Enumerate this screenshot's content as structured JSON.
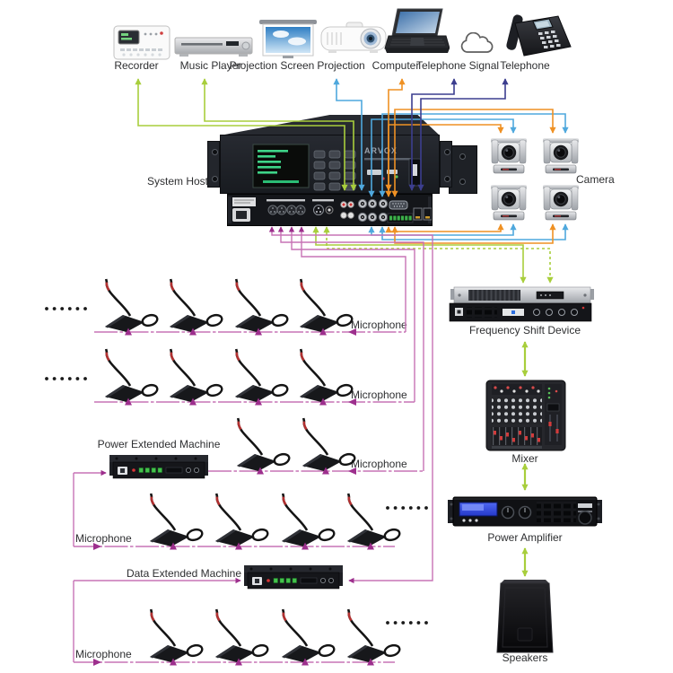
{
  "top_devices": [
    {
      "label": "Recorder",
      "icon": "recorder-icon"
    },
    {
      "label": "Music Player",
      "icon": "music-player-icon"
    },
    {
      "label": "Projection Screen",
      "icon": "projection-screen-icon"
    },
    {
      "label": "Projection",
      "icon": "projector-icon"
    },
    {
      "label": "Computer",
      "icon": "laptop-icon"
    },
    {
      "label": "Telephone Signal",
      "icon": "cloud-icon"
    },
    {
      "label": "Telephone",
      "icon": "telephone-icon"
    }
  ],
  "host": {
    "label": "System Host",
    "brand": "ARVOX"
  },
  "cameras": {
    "label": "Camera",
    "count": 4
  },
  "audio_chain": {
    "frequency_shift": "Frequency Shift Device",
    "mixer": "Mixer",
    "power_amplifier": "Power Amplifier",
    "speakers": "Speakers"
  },
  "extenders": {
    "power": "Power Extended Machine",
    "data": "Data Extended Machine"
  },
  "mic_rows": [
    {
      "label": "Microphone",
      "label_side": "right",
      "mic_count": 4,
      "dots_side": "left"
    },
    {
      "label": "Microphone",
      "label_side": "right",
      "mic_count": 4,
      "dots_side": "left"
    },
    {
      "label": "Microphone",
      "label_side": "right",
      "mic_count": 2,
      "dots_side": null
    },
    {
      "label": "Microphone",
      "label_side": "left",
      "mic_count": 4,
      "dots_side": "right"
    },
    {
      "label": "Microphone",
      "label_side": "left",
      "mic_count": 4,
      "dots_side": "right"
    }
  ],
  "colors": {
    "audio_line": "#a8ce3c",
    "video_line": "#4fa8dd",
    "control_line": "#ef9124",
    "telephone_line": "#3c3e8f",
    "mic_line": "#c773b5",
    "mic_arrow": "#9d2f8d"
  }
}
